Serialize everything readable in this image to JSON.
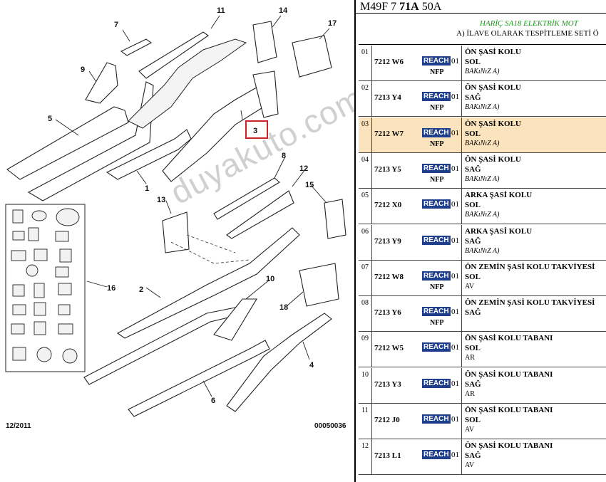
{
  "diagram": {
    "callouts": [
      "1",
      "2",
      "3",
      "4",
      "5",
      "6",
      "7",
      "8",
      "9",
      "10",
      "11",
      "12",
      "13",
      "14",
      "15",
      "16",
      "17",
      "18"
    ],
    "highlighted_callout": "3",
    "date_label": "12/2011",
    "plate_number": "00050036",
    "watermark": "duyakuto.com"
  },
  "panel": {
    "header": "M49F 7 71A 50A",
    "header_parts": {
      "a": "M49F 7 ",
      "b": "71A",
      "c": " 50A"
    },
    "subtitle": "HARİÇ SA18 ELEKTRİK MOT",
    "subtitle2": "A) İLAVE OLARAK TESPİTLEME SETİ Ö",
    "reach_label": "REACH",
    "highlight_color": "#fbe3bd",
    "rows": [
      {
        "idx": "01",
        "code": "7212 W6",
        "qty": "01",
        "nfp": "NFP",
        "name": "ÖN ŞASİ KOLU",
        "side": "SOL",
        "note": "BAKıNıZ A)"
      },
      {
        "idx": "02",
        "code": "7213 Y4",
        "qty": "01",
        "nfp": "NFP",
        "name": "ÖN ŞASİ KOLU",
        "side": "SAĞ",
        "note": "BAKıNıZ A)"
      },
      {
        "idx": "03",
        "code": "7212 W7",
        "qty": "01",
        "nfp": "NFP",
        "name": "ÖN ŞASİ KOLU",
        "side": "SOL",
        "note": "BAKıNıZ A)"
      },
      {
        "idx": "04",
        "code": "7213 Y5",
        "qty": "01",
        "nfp": "NFP",
        "name": "ÖN ŞASİ KOLU",
        "side": "SAĞ",
        "note": "BAKıNıZ A)"
      },
      {
        "idx": "05",
        "code": "7212 X0",
        "qty": "01",
        "nfp": "",
        "name": "ARKA ŞASİ KOLU",
        "side": "SOL",
        "note": "BAKıNıZ A)"
      },
      {
        "idx": "06",
        "code": "7213 Y9",
        "qty": "01",
        "nfp": "",
        "name": "ARKA ŞASİ KOLU",
        "side": "SAĞ",
        "note": "BAKıNıZ A)"
      },
      {
        "idx": "07",
        "code": "7212 W8",
        "qty": "01",
        "nfp": "NFP",
        "name": "ÖN ZEMİN ŞASİ KOLU TAKVİYESİ",
        "side": "SOL",
        "note": "AV"
      },
      {
        "idx": "08",
        "code": "7213 Y6",
        "qty": "01",
        "nfp": "NFP",
        "name": "ÖN ZEMİN ŞASİ KOLU TAKVİYESİ",
        "side": "SAĞ",
        "note": ""
      },
      {
        "idx": "09",
        "code": "7212 W5",
        "qty": "01",
        "nfp": "",
        "name": "ÖN ŞASİ KOLU TABANI",
        "side": "SOL",
        "note": "AR"
      },
      {
        "idx": "10",
        "code": "7213 Y3",
        "qty": "01",
        "nfp": "",
        "name": "ÖN ŞASİ KOLU TABANI",
        "side": "SAĞ",
        "note": "AR"
      },
      {
        "idx": "11",
        "code": "7212 J0",
        "qty": "01",
        "nfp": "",
        "name": "ÖN ŞASİ KOLU TABANI",
        "side": "SOL",
        "note": "AV"
      },
      {
        "idx": "12",
        "code": "7213 L1",
        "qty": "01",
        "nfp": "",
        "name": "ÖN ŞASİ KOLU TABANI",
        "side": "SAĞ",
        "note": "AV"
      }
    ]
  }
}
